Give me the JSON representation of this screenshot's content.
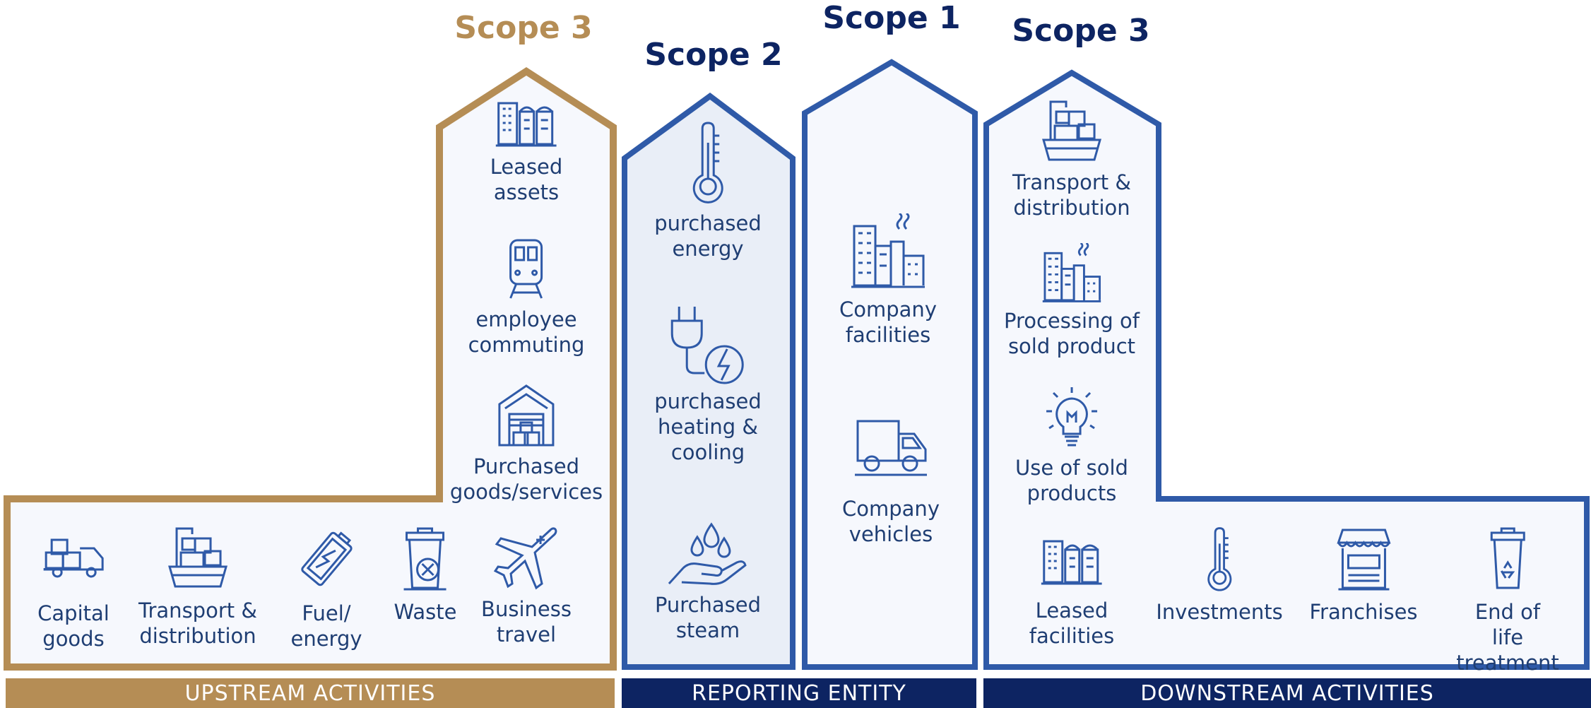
{
  "colors": {
    "upstream": "#b58d55",
    "navy": "#0d2462",
    "outline_blue": "#2f5aa8",
    "fill_light": "#f6f8fd",
    "fill_scope2": "#e9eef7",
    "label_text": "#1f3e73",
    "icon_blue": "#2f5aa8"
  },
  "titles": {
    "upstream_scope3": "Scope 3",
    "scope2": "Scope 2",
    "scope1": "Scope 1",
    "downstream_scope3": "Scope 3"
  },
  "upstream": {
    "tower_items": [
      {
        "id": "leased-assets",
        "icon": "office-buildings-icon",
        "label": "Leased\nassets"
      },
      {
        "id": "employee-commuting",
        "icon": "train-icon",
        "label": "employee\ncommuting"
      },
      {
        "id": "purchased-goods",
        "icon": "warehouse-icon",
        "label": "Purchased\ngoods/services"
      }
    ],
    "bottom_items": [
      {
        "id": "capital-goods",
        "icon": "delivery-truck-icon",
        "label": "Capital\ngoods"
      },
      {
        "id": "transport",
        "icon": "cargo-ship-icon",
        "label": "Transport &\ndistribution"
      },
      {
        "id": "fuel-energy",
        "icon": "battery-icon",
        "label": "Fuel/\nenergy"
      },
      {
        "id": "waste",
        "icon": "trash-bin-icon",
        "label": "Waste"
      },
      {
        "id": "business-travel",
        "icon": "airplane-icon",
        "label": "Business\ntravel"
      }
    ]
  },
  "scope2": {
    "items": [
      {
        "id": "purchased-energy",
        "icon": "thermometer-icon",
        "label": "purchased\nenergy"
      },
      {
        "id": "purchased-heating",
        "icon": "plug-lightning-icon",
        "label": "purchased\nheating &\ncooling"
      },
      {
        "id": "purchased-steam",
        "icon": "hand-water-drops-icon",
        "label": "Purchased\nsteam"
      }
    ]
  },
  "scope1": {
    "items": [
      {
        "id": "company-facilities",
        "icon": "factory-icon",
        "label": "Company\nfacilities"
      },
      {
        "id": "company-vehicles",
        "icon": "truck-icon",
        "label": "Company\nvehicles"
      }
    ]
  },
  "downstream": {
    "tower_items": [
      {
        "id": "ds-transport",
        "icon": "cargo-ship-icon",
        "label": "Transport &\ndistribution"
      },
      {
        "id": "processing",
        "icon": "factory-icon",
        "label": "Processing of\nsold product"
      },
      {
        "id": "use-of-products",
        "icon": "light-bulb-icon",
        "label": "Use of sold\nproducts"
      }
    ],
    "bottom_items": [
      {
        "id": "leased-facilities",
        "icon": "office-buildings-icon",
        "label": "Leased\nfacilities"
      },
      {
        "id": "investments",
        "icon": "thermometer-icon",
        "label": "Investments"
      },
      {
        "id": "franchises",
        "icon": "storefront-icon",
        "label": "Franchises"
      },
      {
        "id": "end-of-life",
        "icon": "recycle-bin-icon",
        "label": "End of life\ntreatment"
      }
    ]
  },
  "bars": {
    "upstream": "UPSTREAM ACTIVITIES",
    "reporting": "REPORTING ENTITY",
    "downstream": "DOWNSTREAM ACTIVITIES"
  }
}
